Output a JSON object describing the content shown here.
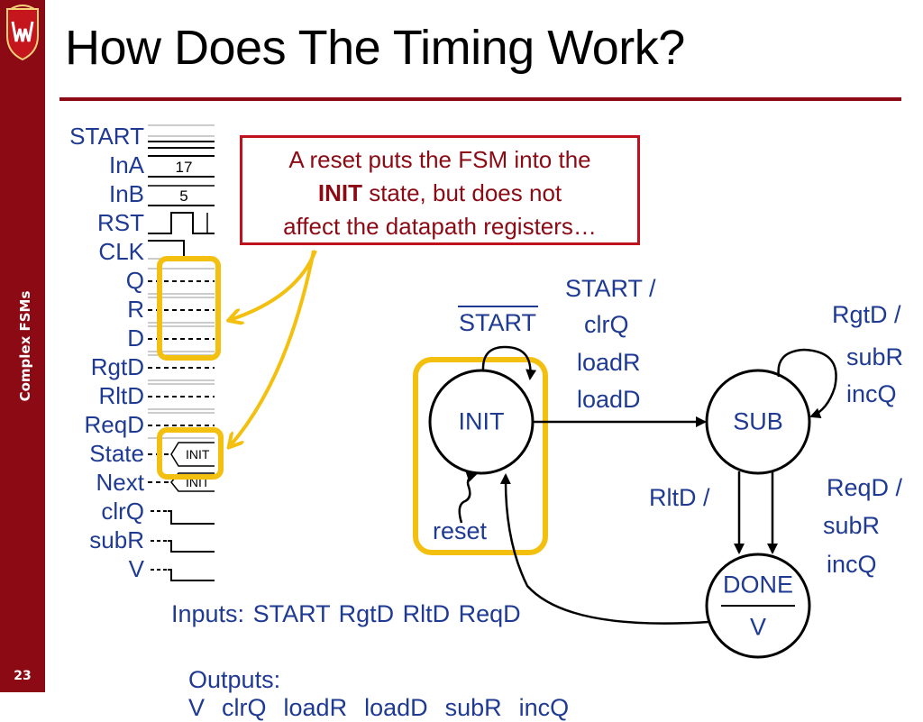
{
  "slide": {
    "title": "How Does The Timing Work?",
    "section": "Complex FSMs",
    "page": "23"
  },
  "signals": [
    "START",
    "InA",
    "InB",
    "RST",
    "CLK",
    "Q",
    "R",
    "D",
    "RgtD",
    "RltD",
    "ReqD",
    "State",
    "Next",
    "clrQ",
    "subR",
    "V"
  ],
  "waveform": {
    "ina_value": "17",
    "inb_value": "5",
    "state_value": "INIT",
    "next_value": "INIT"
  },
  "callout": {
    "line1": "A reset puts the FSM into the",
    "bold": "INIT",
    "line2_rest": " state, but does not",
    "line3": "affect the datapath registers…"
  },
  "fsm": {
    "states": [
      "INIT",
      "SUB",
      "DONE"
    ],
    "done_output": "V",
    "init_self_loop": "START",
    "init_to_sub": [
      "START /",
      "clrQ",
      "loadR",
      "loadD"
    ],
    "sub_self_loop": [
      "RgtD /",
      "subR",
      "incQ"
    ],
    "sub_to_done": [
      "ReqD /",
      "subR",
      "incQ"
    ],
    "done_to_init": "RltD /",
    "reset_label": "reset"
  },
  "io": {
    "inputs_label": "Inputs:",
    "inputs": "START RgtD RltD ReqD",
    "outputs_label": "Outputs:",
    "outputs": "V  clrQ  loadR  loadD  subR  incQ"
  },
  "colors": {
    "brand": "#8b0a14",
    "text_blue": "#1f3a93",
    "highlight": "#f4c010",
    "callout_border": "#c0111f"
  }
}
